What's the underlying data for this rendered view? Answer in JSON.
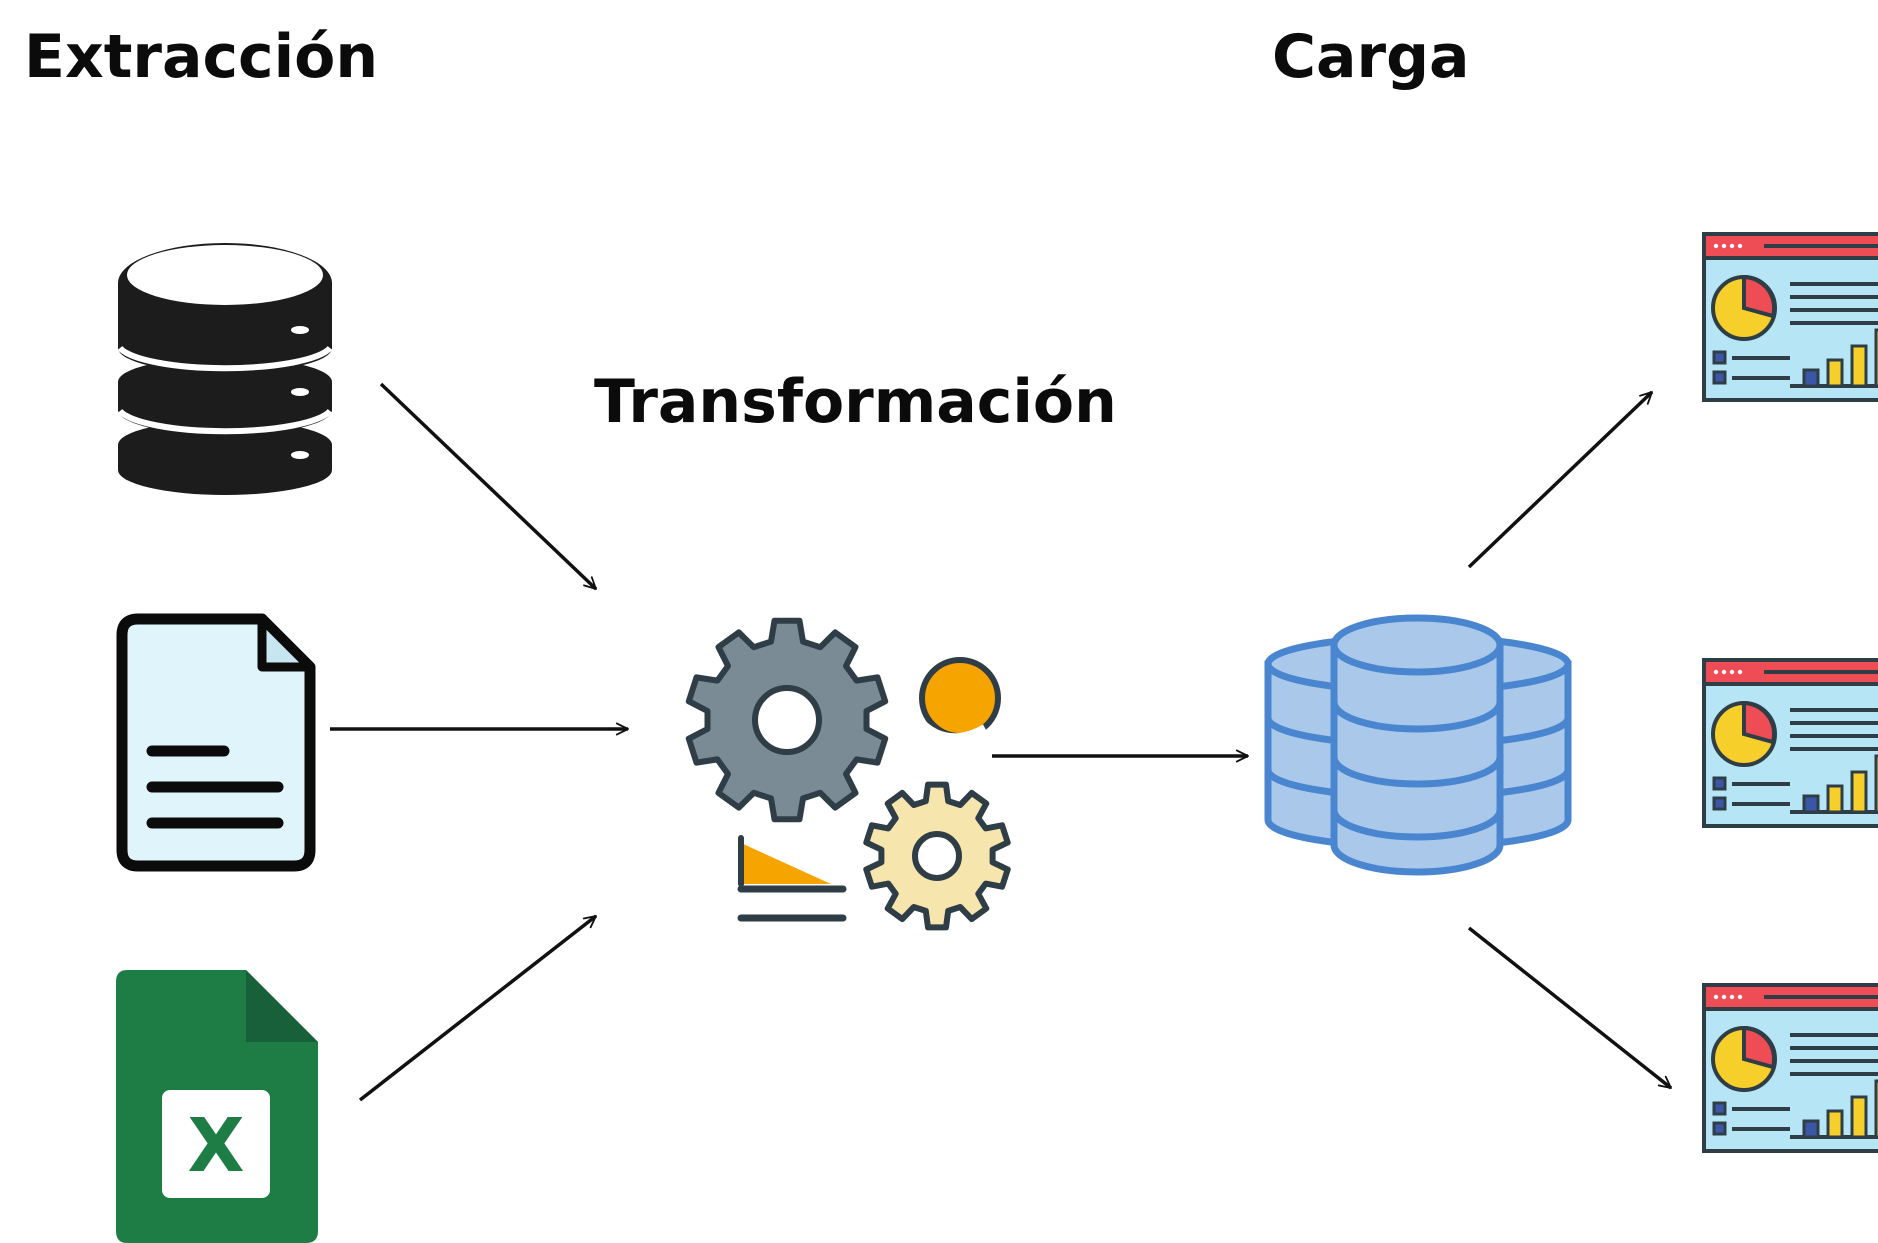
{
  "stages": {
    "extraction": "Extracción",
    "transformation": "Transformación",
    "load": "Carga"
  },
  "sources": [
    {
      "icon": "database-server-icon"
    },
    {
      "icon": "text-document-icon"
    },
    {
      "icon": "excel-spreadsheet-icon",
      "letter": "X"
    }
  ],
  "transform_icon": "gears-processing-icon",
  "warehouse_icon": "data-warehouse-icon",
  "outputs": [
    {
      "icon": "dashboard-report-icon"
    },
    {
      "icon": "dashboard-report-icon"
    },
    {
      "icon": "dashboard-report-icon"
    }
  ],
  "colors": {
    "label": "#0b0b0b",
    "arrow": "#111111",
    "database": "#1c1c1c",
    "document_fill": "#dff4fb",
    "excel_green": "#1e7d45",
    "excel_fold": "#17603a",
    "gear_gray": "#7a8b96",
    "gear_outline": "#2f3e46",
    "gear_yellow": "#f6e6ad",
    "accent_orange": "#f6a400",
    "warehouse_fill": "#a9c8ea",
    "warehouse_stroke": "#4a86cf",
    "dashboard_header": "#ef4d55",
    "dashboard_body": "#b6e6f6",
    "pie_yellow": "#f6cf2a",
    "pie_red": "#ef4d55",
    "bar_blue": "#3b56a6",
    "bar_yellow": "#f6cf2a"
  }
}
